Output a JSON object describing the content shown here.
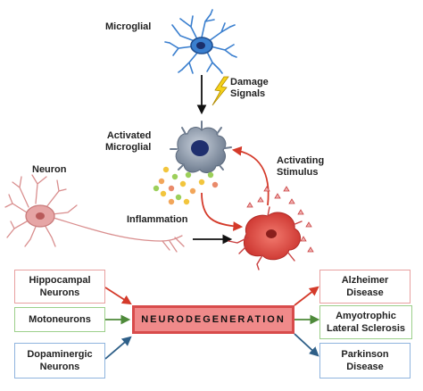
{
  "labels": {
    "microglial": "Microglial",
    "damage_signals": "Damage\nSignals",
    "activated_microglial": "Activated\nMicroglial",
    "activating_stimulus": "Activating\nStimulus",
    "neuron": "Neuron",
    "inflammation": "Inflammation"
  },
  "left_boxes": [
    {
      "label": "Hippocampal\nNeurons",
      "color": "#e8a0a0"
    },
    {
      "label": "Motoneurons",
      "color": "#9ccf8a"
    },
    {
      "label": "Dopaminergic\nNeurons",
      "color": "#8fb4de"
    }
  ],
  "center": {
    "label": "NEURODEGENERATION",
    "fill": "#f08a8a",
    "border": "#d84b4b"
  },
  "right_boxes": [
    {
      "label": "Alzheimer\nDisease",
      "color": "#e8a0a0"
    },
    {
      "label": "Amyotrophic\nLateral Sclerosis",
      "color": "#9ccf8a"
    },
    {
      "label": "Parkinson\nDisease",
      "color": "#8fb4de"
    }
  ],
  "colors": {
    "arrow_red": "#d43a2a",
    "arrow_green": "#4e8a3a",
    "arrow_blue": "#2e5f88",
    "microglia_blue": "#3a7fcf",
    "activated_cell": "#8d9aab",
    "neuron_pink": "#e6a5a5",
    "damaged_neuron": "#e0443c"
  }
}
